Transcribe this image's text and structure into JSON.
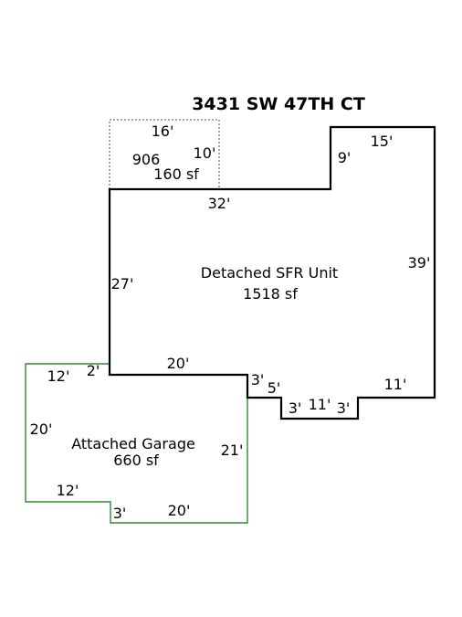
{
  "title": "3431 SW 47TH CT",
  "colors": {
    "house": "#000000",
    "garage": "#2e8b2e",
    "patio": "#555555"
  },
  "areas": {
    "patio": {
      "code": "906",
      "area": "160 sf"
    },
    "house": {
      "name": "Detached SFR Unit",
      "area": "1518 sf"
    },
    "garage": {
      "name": "Attached Garage",
      "area": "660 sf"
    }
  },
  "dimensions": {
    "patio_top": "16'",
    "patio_side": "10'",
    "house_top_left": "32'",
    "house_step_left": "9'",
    "house_top_right": "15'",
    "house_left": "27'",
    "house_right": "39'",
    "house_bottom_left": "20'",
    "house_bottom_right": "11'",
    "bump_step_down": "3'",
    "bump_step_right": "5'",
    "bump_left": "3'",
    "bump_bottom": "11'",
    "bump_right": "3'",
    "garage_top_left": "12'",
    "garage_top_step": "2'",
    "garage_left": "20'",
    "garage_right": "21'",
    "garage_bottom_left": "12'",
    "garage_notch": "3'",
    "garage_bottom_right": "20'"
  }
}
